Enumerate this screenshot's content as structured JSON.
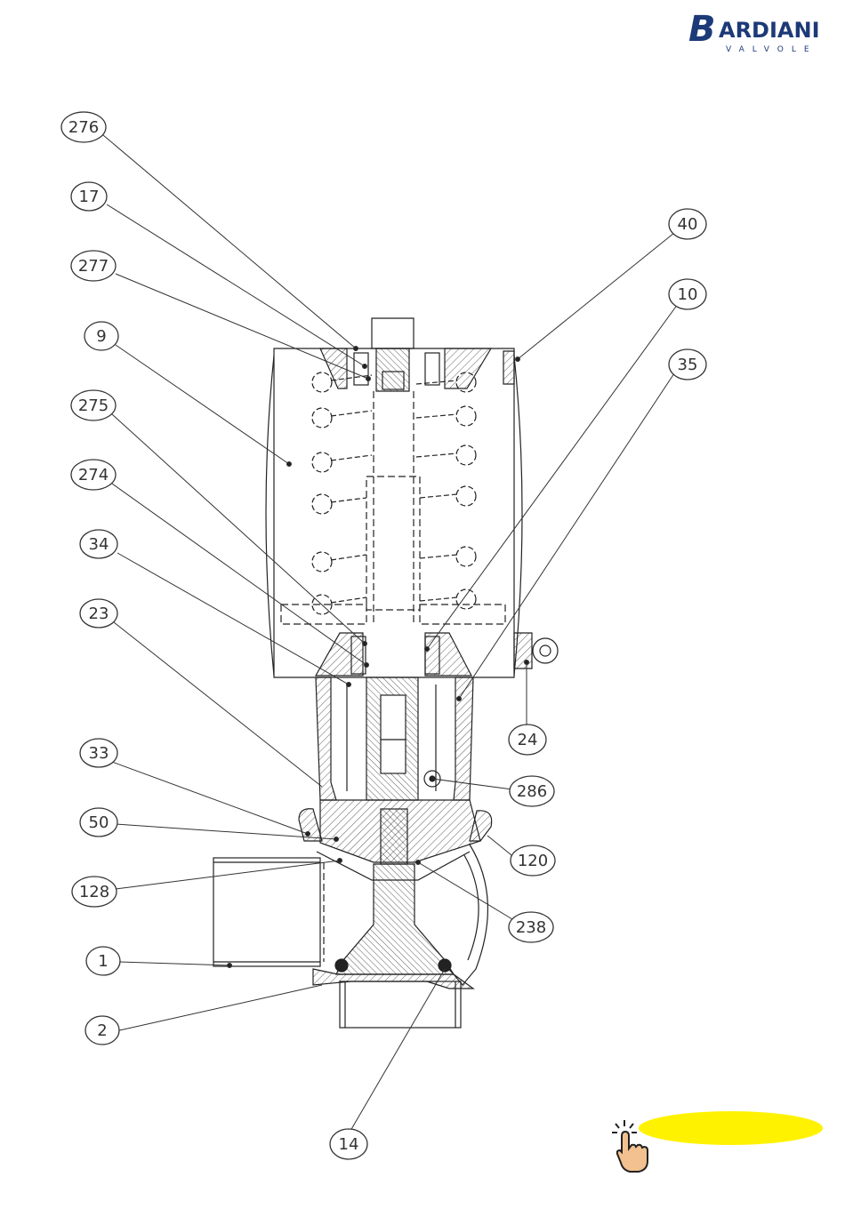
{
  "brand": {
    "name": "BARDIANI",
    "letter": "B",
    "rest": "ARDIANI",
    "tagline": "VALVOLE",
    "color": "#1d3a78"
  },
  "callouts": [
    {
      "id": "c276",
      "label": "276"
    },
    {
      "id": "c17",
      "label": "17"
    },
    {
      "id": "c277",
      "label": "277"
    },
    {
      "id": "c9",
      "label": "9"
    },
    {
      "id": "c275",
      "label": "275"
    },
    {
      "id": "c274",
      "label": "274"
    },
    {
      "id": "c34",
      "label": "34"
    },
    {
      "id": "c23",
      "label": "23"
    },
    {
      "id": "c33",
      "label": "33"
    },
    {
      "id": "c50",
      "label": "50"
    },
    {
      "id": "c128",
      "label": "128"
    },
    {
      "id": "c1",
      "label": "1"
    },
    {
      "id": "c2",
      "label": "2"
    },
    {
      "id": "c40",
      "label": "40"
    },
    {
      "id": "c10",
      "label": "10"
    },
    {
      "id": "c35",
      "label": "35"
    },
    {
      "id": "c24",
      "label": "24"
    },
    {
      "id": "c286",
      "label": "286"
    },
    {
      "id": "c120",
      "label": "120"
    },
    {
      "id": "c238",
      "label": "238"
    },
    {
      "id": "c14",
      "label": "14"
    }
  ],
  "cta": {
    "color": "#fff200",
    "icon": "hand-pointer-icon"
  }
}
